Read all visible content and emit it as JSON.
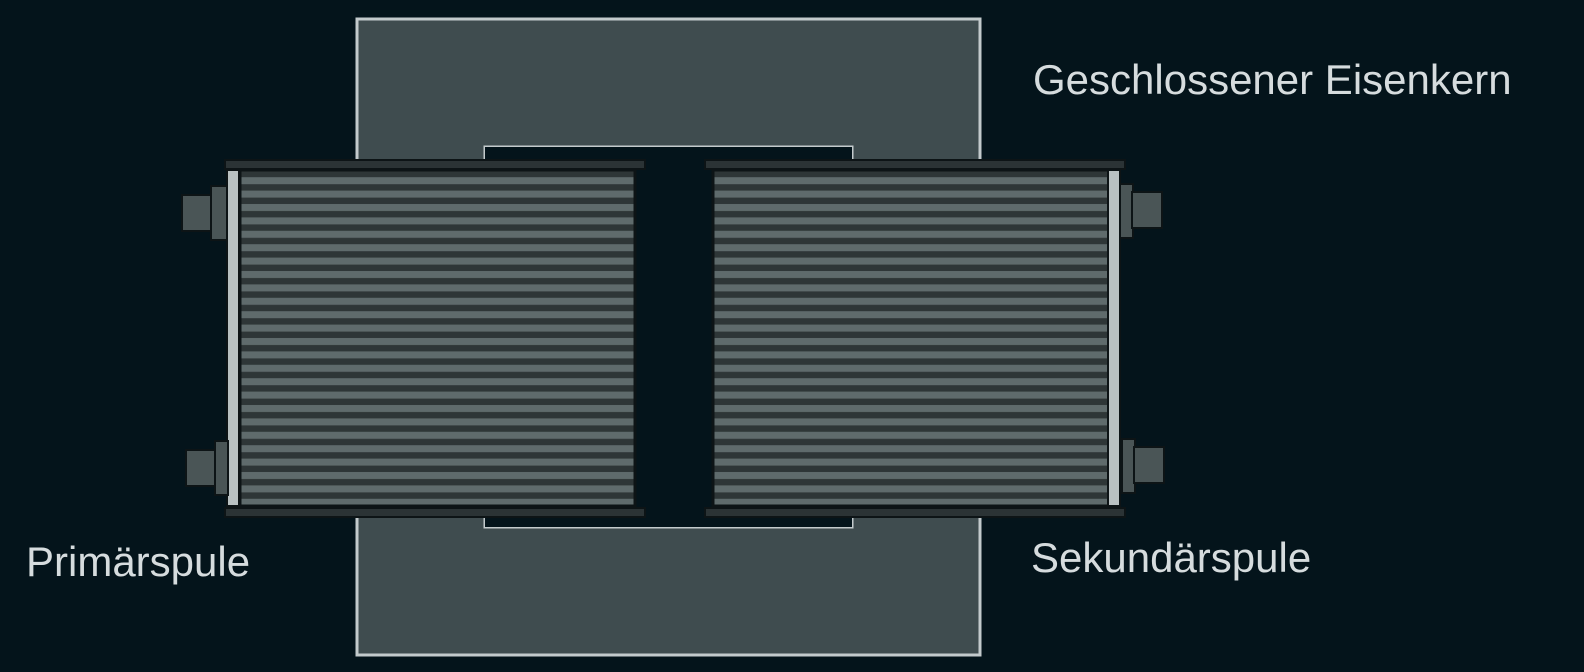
{
  "labels": {
    "core": "Geschlossener Eisenkern",
    "primary": "Primärspule",
    "secondary": "Sekundärspule"
  },
  "colors": {
    "background": "#04141b",
    "core_fill": "#3f4c4f",
    "core_outline": "#c3cacc",
    "coil_stripe_light": "#5f6b6c",
    "coil_stripe_dark": "#2e3637",
    "text": "#d6dcde"
  }
}
